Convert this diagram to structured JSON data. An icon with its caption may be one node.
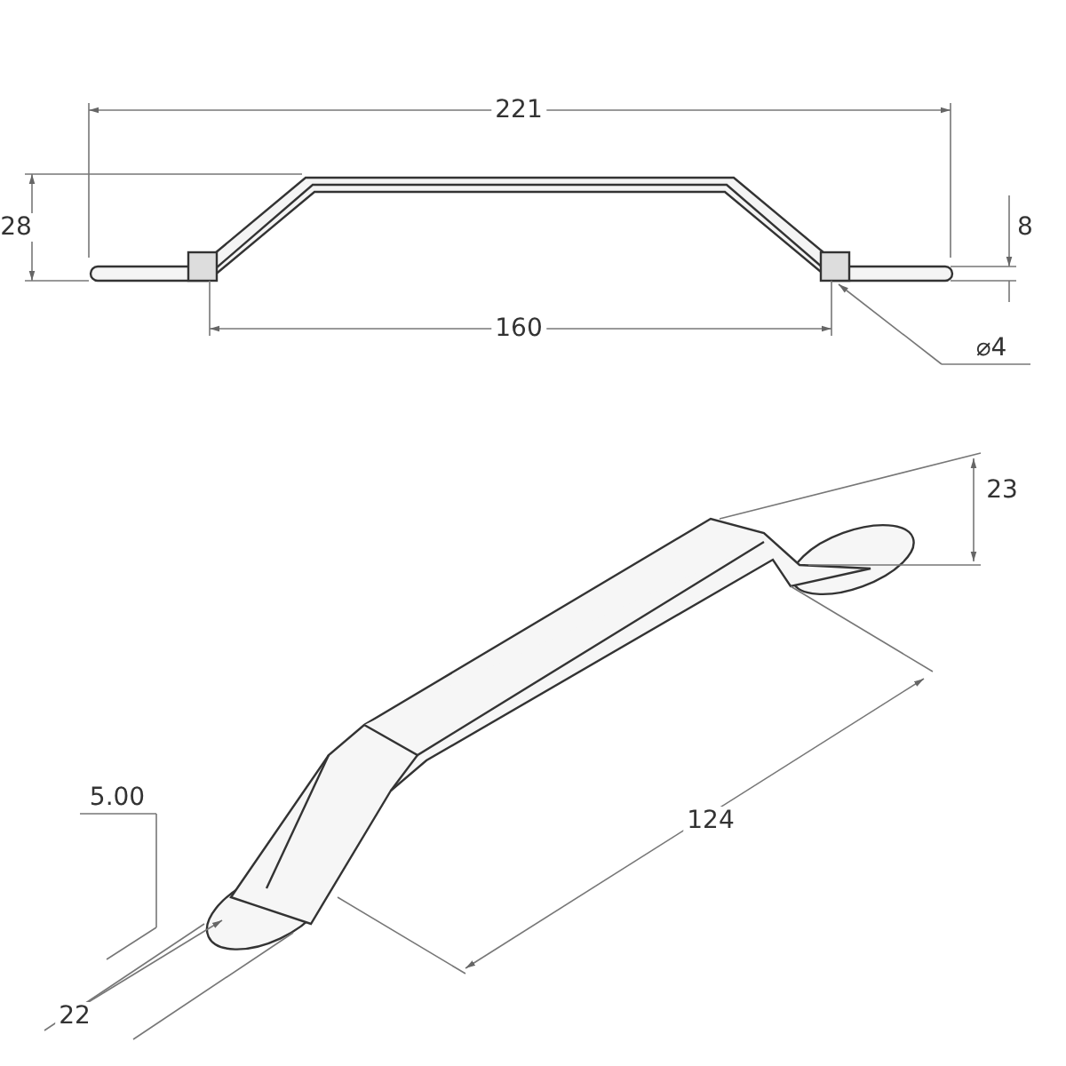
{
  "diagram": {
    "labels": [
      "221",
      "28",
      "8",
      "160",
      "⌀4",
      "23",
      "5.00",
      "124",
      "22"
    ]
  }
}
